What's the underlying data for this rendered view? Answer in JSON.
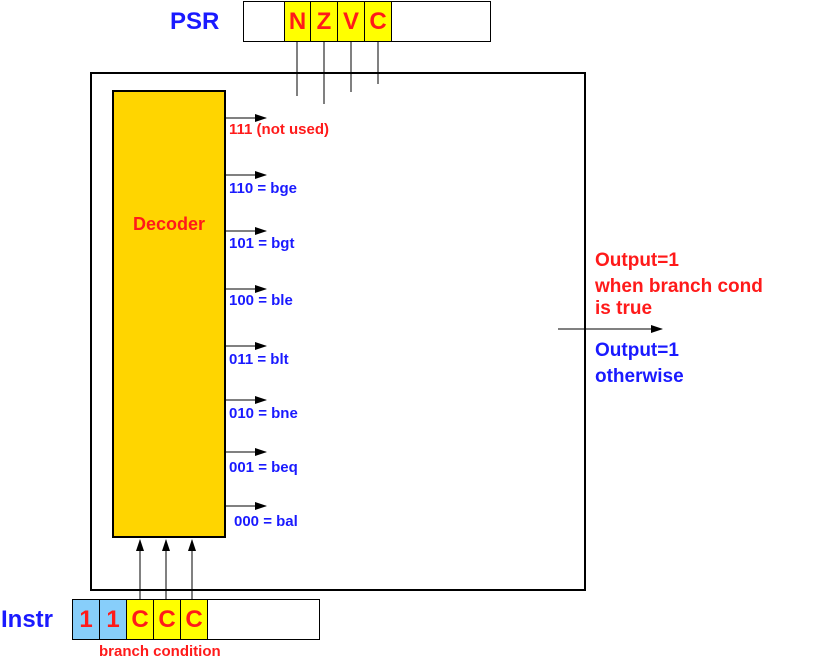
{
  "psr": {
    "label": "PSR",
    "bits": [
      "N",
      "Z",
      "V",
      "C"
    ]
  },
  "decoder": {
    "label": "Decoder",
    "outputs": [
      "111 (not used)",
      "110 = bge",
      "101 = bgt",
      "100 = ble",
      "011 = blt",
      "010 = bne",
      "001 = beq",
      "000 = bal"
    ]
  },
  "notes": {
    "true_line1": "Output=1",
    "true_line2": "when branch cond",
    "true_line3": "is true",
    "false_line1": "Output=1",
    "false_line2": "otherwise"
  },
  "instr": {
    "label": "Instr",
    "bits": [
      "1",
      "1",
      "C",
      "C",
      "C"
    ],
    "caption": "branch condition"
  },
  "colors": {
    "red": "#ff1a1a",
    "blue": "#1a1aff",
    "yellow": "#ffff00",
    "decoder_fill": "#ffd500",
    "light_blue": "#87cefa"
  }
}
